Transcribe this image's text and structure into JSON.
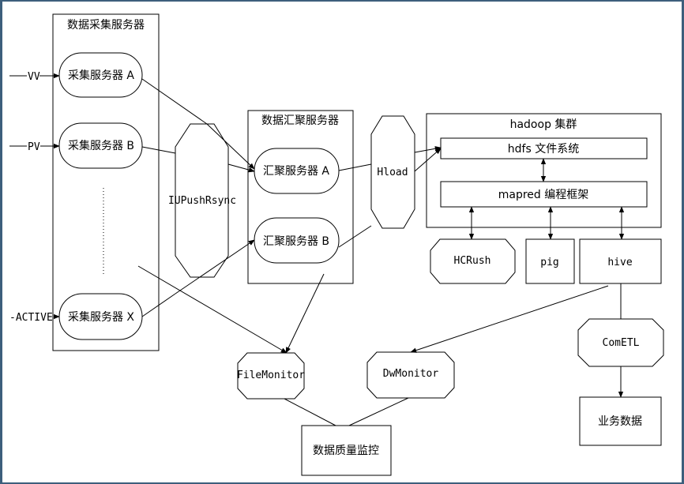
{
  "inputs": {
    "vv": "VV",
    "pv": "PV",
    "active": "-ACTIVE"
  },
  "collect_group": {
    "title": "数据采集服务器",
    "server_a": "采集服务器 A",
    "server_b": "采集服务器 B",
    "server_x": "采集服务器 X"
  },
  "rsync": "IUPushRsync",
  "aggregate_group": {
    "title": "数据汇聚服务器",
    "server_a": "汇聚服务器 A",
    "server_b": "汇聚服务器 B"
  },
  "hload": "Hload",
  "hadoop": {
    "title": "hadoop 集群",
    "hdfs": "hdfs 文件系统",
    "mapred": "mapred 编程框架"
  },
  "tools": {
    "hcrush": "HCRush",
    "pig": "pig",
    "hive": "hive"
  },
  "monitors": {
    "file": "FileMonitor",
    "dw": "DwMonitor",
    "quality": "数据质量监控"
  },
  "cometl": "ComETL",
  "business_data": "业务数据",
  "colors": {
    "frame": "#3d5f7c",
    "stroke": "#000000",
    "fill": "#ffffff"
  }
}
